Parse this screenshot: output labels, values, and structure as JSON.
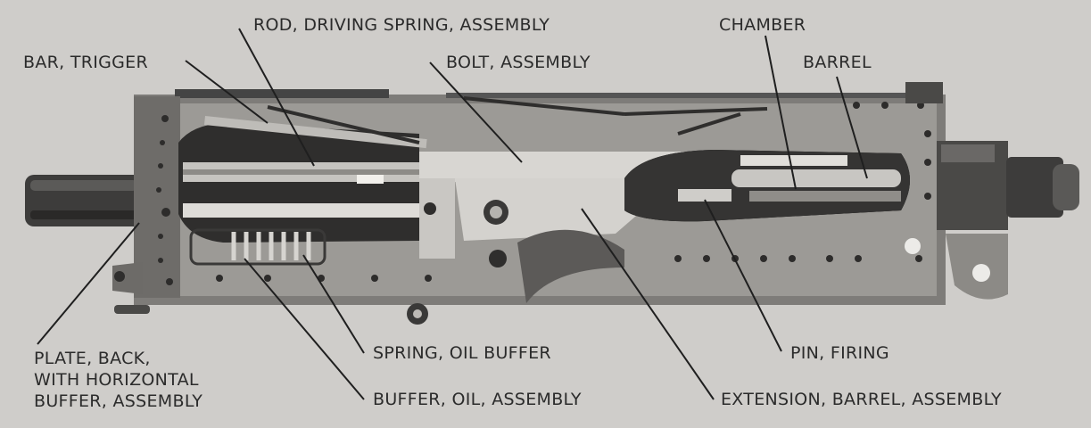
{
  "diagram": {
    "colors": {
      "background": "#cfcdca",
      "metal_dark": "#3a3938",
      "metal_mid": "#6a6866",
      "metal_light": "#b9b7b3",
      "text": "#2b2b2b"
    },
    "labels": {
      "bar_trigger": "BAR, TRIGGER",
      "rod_driving_spring": "ROD, DRIVING SPRING, ASSEMBLY",
      "bolt_assembly": "BOLT, ASSEMBLY",
      "chamber": "CHAMBER",
      "barrel": "BARREL",
      "plate_back": [
        "PLATE, BACK,",
        "WITH HORIZONTAL",
        "BUFFER, ASSEMBLY"
      ],
      "spring_oil_buffer": "SPRING, OIL BUFFER",
      "buffer_oil_assembly": "BUFFER, OIL, ASSEMBLY",
      "pin_firing": "PIN, FIRING",
      "extension_barrel": "EXTENSION, BARREL, ASSEMBLY"
    }
  }
}
